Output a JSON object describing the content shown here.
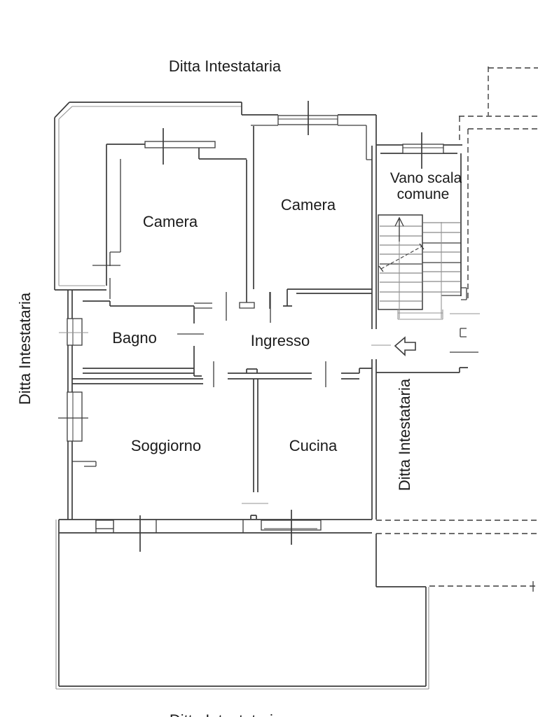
{
  "labels": {
    "ditta_top": "Ditta Intestataria",
    "ditta_left": "Ditta Intestataria",
    "ditta_right": "Ditta Intestataria",
    "ditta_bottom": "Ditta Intestataria",
    "camera_left": "Camera",
    "camera_right": "Camera",
    "bagno": "Bagno",
    "ingresso": "Ingresso",
    "soggiorno": "Soggiorno",
    "cucina": "Cucina",
    "vano_scala_line1": "Vano scala",
    "vano_scala_line2": "comune"
  },
  "icons": {
    "entrance_arrow": "left-hollow-arrow",
    "stairs_direction": "up-arrow",
    "stairs_break": "diagonal-break-line"
  },
  "colors": {
    "wall": "#3c3c3c",
    "wall_light": "#939393",
    "text": "#1b1b1b",
    "background": "#ffffff"
  }
}
